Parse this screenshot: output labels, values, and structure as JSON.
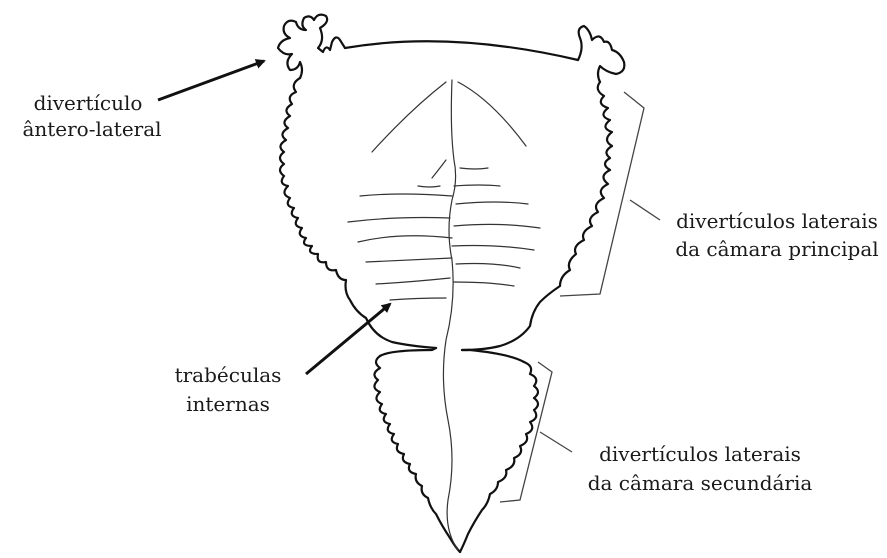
{
  "labels": {
    "antero_lateral_1": "divertículo",
    "antero_lateral_2": "ântero-lateral",
    "principal_1": "divertículos laterais",
    "principal_2": "da câmara principal",
    "trabeculas_1": "trabéculas",
    "trabeculas_2": "internas",
    "secundaria_1": "divertículos laterais",
    "secundaria_2": "da câmara secundária"
  }
}
